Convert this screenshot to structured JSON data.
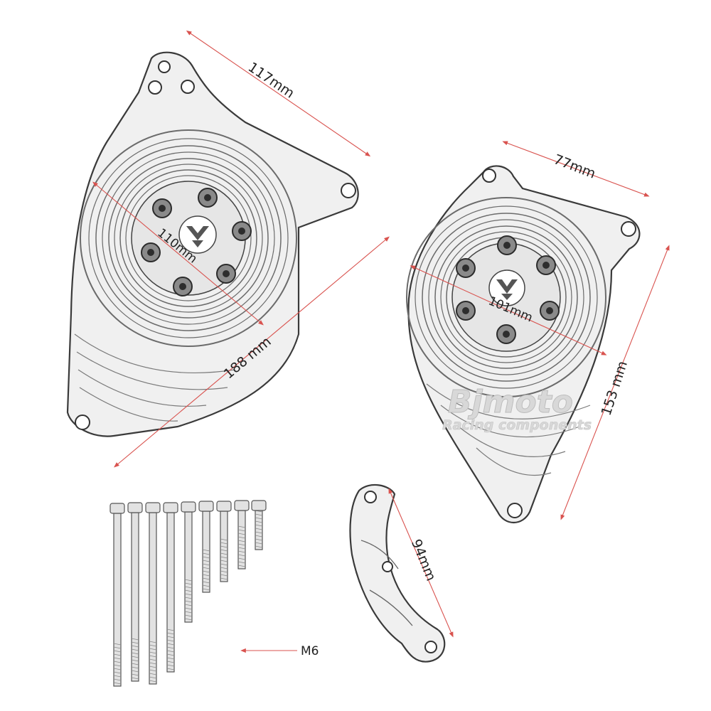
{
  "dimensions": {
    "left_cover_width": "117mm",
    "left_cover_diagonal": "188 mm",
    "left_cover_inner_diameter": "110mm",
    "right_cover_width": "77mm",
    "right_cover_height": "153 mm",
    "right_cover_inner_diameter": "101mm",
    "bracket_length": "94mm",
    "bolt_size": "M6"
  },
  "watermark": {
    "brand": "Bjmoto",
    "tagline": "Racing components"
  },
  "colors": {
    "dimension_line": "#d9534f",
    "background": "#ffffff"
  }
}
